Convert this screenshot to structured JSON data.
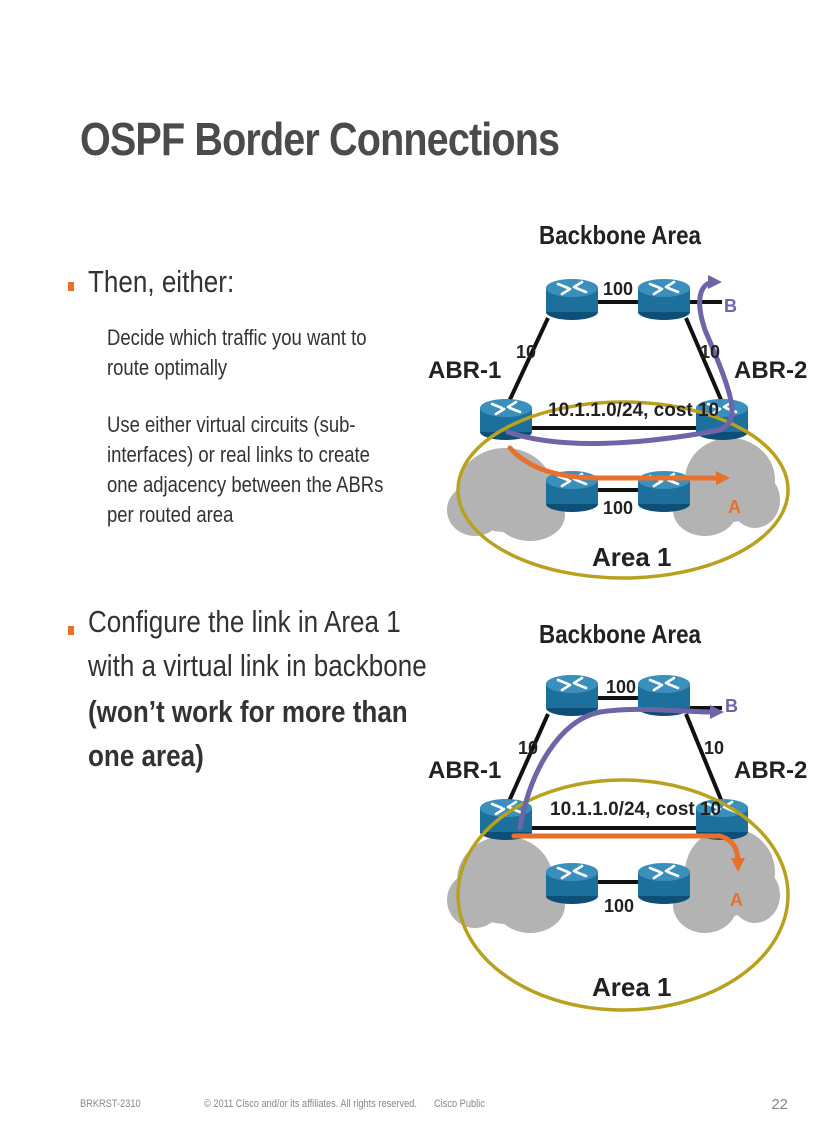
{
  "slide": {
    "title": "OSPF Border Connections",
    "page_number": "22"
  },
  "bullets": [
    {
      "text": "Then, either:",
      "subitems": [
        [
          "Decide which traffic you want to",
          "route optimally"
        ],
        [
          "Use either virtual circuits (sub-",
          "interfaces) or real links to create",
          "one adjacency between the ABRs",
          "per routed area"
        ]
      ]
    },
    {
      "lines": [
        "Configure the link in Area 1",
        "with a virtual link in backbone"
      ],
      "bold_lines": [
        "(won’t work for more than",
        "one area)"
      ]
    }
  ],
  "diagram_top": {
    "backbone_label": "Backbone Area",
    "abr1_label": "ABR-1",
    "abr2_label": "ABR-2",
    "cost_left": "10",
    "cost_right": "10",
    "cost_top": "100",
    "cost_bottom": "100",
    "link_label": "10.1.1.0/24, cost 10",
    "dest_b": "B",
    "dest_a": "A",
    "area_label": "Area 1"
  },
  "diagram_bottom": {
    "backbone_label": "Backbone Area",
    "abr1_label": "ABR-1",
    "abr2_label": "ABR-2",
    "cost_left": "10",
    "cost_right": "10",
    "cost_top": "100",
    "cost_bottom": "100",
    "link_label": "10.1.1.0/24, cost 10",
    "dest_b": "B",
    "dest_a": "A",
    "area_label": "Area 1"
  },
  "footer": {
    "session": "BRKRST-2310",
    "copyright": "© 2011 Cisco and/or its affiliates. All rights reserved.",
    "classification": "Cisco Public"
  },
  "colors": {
    "bullet": "#e8702a",
    "area_outline": "#b8a11f",
    "path_purple": "#6e64a8",
    "path_orange": "#e8702a",
    "router": "#1d6f9c",
    "cloud": "#b3b3b3"
  }
}
